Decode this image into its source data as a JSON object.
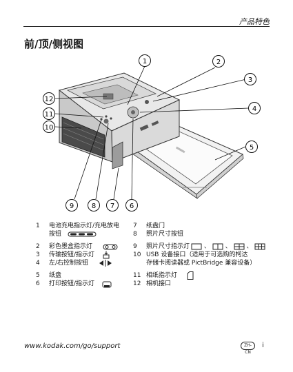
{
  "header": {
    "section_title": "产品特色"
  },
  "page_title": "前/顶/侧视图",
  "callouts": [
    "1",
    "2",
    "3",
    "4",
    "5",
    "6",
    "7",
    "8",
    "9",
    "10",
    "11",
    "12"
  ],
  "legend_left": [
    {
      "num": "1",
      "text": "电池充电指示灯/充电放电",
      "text2": "按钮",
      "icon": "battery-leds-icon"
    },
    {
      "num": "2",
      "text": "彩色墨盒指示灯",
      "icon": "ribbon-cartridge-icon"
    },
    {
      "num": "3",
      "text": "传输按钮/指示灯",
      "icon": "transfer-icon"
    },
    {
      "num": "4",
      "text": "左/右控制按钮",
      "icon": "left-right-arrows-icon"
    },
    {
      "num": "5",
      "text": "纸盘"
    },
    {
      "num": "6",
      "text": "打印按钮/指示灯",
      "icon": "print-icon"
    }
  ],
  "legend_right": [
    {
      "num": "7",
      "text": "纸盘门"
    },
    {
      "num": "8",
      "text": "照片尺寸按钮"
    },
    {
      "num": "9",
      "text": "照片尺寸指示灯",
      "sep": "、",
      "icon": "photo-size-icons"
    },
    {
      "num": "10",
      "text": "USB 设备接口（适用于可选购的柯达",
      "text2": "存储卡阅读器或 PictBridge 兼容设备）"
    },
    {
      "num": "11",
      "text": "相纸指示灯",
      "icon": "paper-icon"
    },
    {
      "num": "12",
      "text": "相机接口"
    }
  ],
  "footer": {
    "url": "www.kodak.com/go/support",
    "lang": "ZH-CN",
    "page": "i"
  }
}
